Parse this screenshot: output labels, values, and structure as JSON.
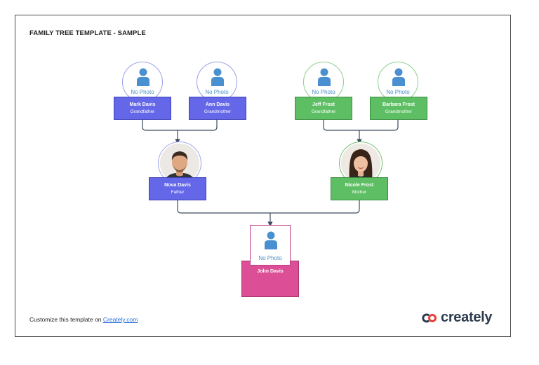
{
  "title": "FAMILY TREE TEMPLATE - SAMPLE",
  "no_photo_label": "No Photo",
  "members": {
    "mark": {
      "name": "Mark Davis",
      "role": "Grandfather"
    },
    "ann": {
      "name": "Ann Davis",
      "role": "Grandmother"
    },
    "jeff": {
      "name": "Jeff Frost",
      "role": "Grandfather"
    },
    "barbara": {
      "name": "Barbara Frost",
      "role": "Grandmother"
    },
    "nova": {
      "name": "Nova Davis",
      "role": "Father"
    },
    "nicole": {
      "name": "Nicole Frost",
      "role": "Mother"
    },
    "john": {
      "name": "John Davis"
    }
  },
  "footer": {
    "text": "Customize this template on ",
    "link": "Creately.com"
  },
  "logo": {
    "text": "creately",
    "icon": "creately-logo-icon"
  },
  "colors": {
    "paternal": "#6467e8",
    "maternal": "#5dbe63",
    "child": "#dc4f96",
    "connector": "#3b4a5c",
    "link": "#2a6fd6"
  }
}
